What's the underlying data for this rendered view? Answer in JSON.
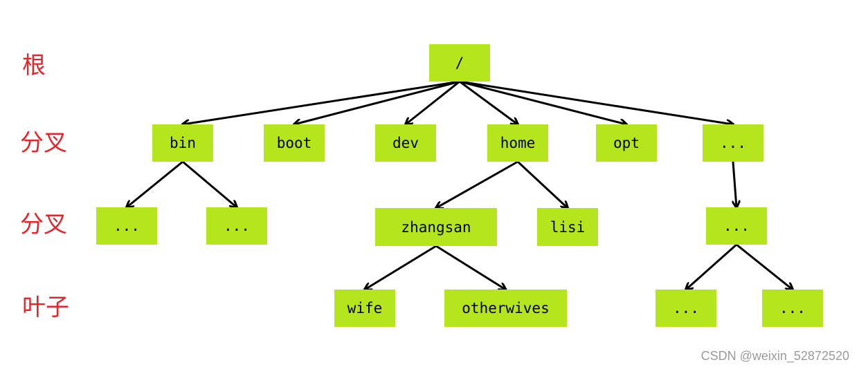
{
  "levels": {
    "root": "根",
    "branch1": "分叉",
    "branch2": "分叉",
    "leaf": "叶子"
  },
  "nodes": {
    "root": "/",
    "bin": "bin",
    "boot": "boot",
    "dev": "dev",
    "home": "home",
    "opt": "opt",
    "more_top": "...",
    "bin_child_1": "...",
    "bin_child_2": "...",
    "zhangsan": "zhangsan",
    "lisi": "lisi",
    "more_mid": "...",
    "wife": "wife",
    "otherwives": "otherwives",
    "more_leaf_1": "...",
    "more_leaf_2": "..."
  },
  "edges": [
    [
      "root",
      "bin"
    ],
    [
      "root",
      "boot"
    ],
    [
      "root",
      "dev"
    ],
    [
      "root",
      "home"
    ],
    [
      "root",
      "opt"
    ],
    [
      "root",
      "more_top"
    ],
    [
      "bin",
      "bin_child_1"
    ],
    [
      "bin",
      "bin_child_2"
    ],
    [
      "home",
      "zhangsan"
    ],
    [
      "home",
      "lisi"
    ],
    [
      "more_top",
      "more_mid"
    ],
    [
      "zhangsan",
      "wife"
    ],
    [
      "zhangsan",
      "otherwives"
    ],
    [
      "more_mid",
      "more_leaf_1"
    ],
    [
      "more_mid",
      "more_leaf_2"
    ]
  ],
  "colors": {
    "node_fill": "#b5e61d",
    "label_red": "#e3262b",
    "arrow": "#000000",
    "watermark": "#9a9a9a"
  },
  "watermark": "CSDN @weixin_52872520"
}
